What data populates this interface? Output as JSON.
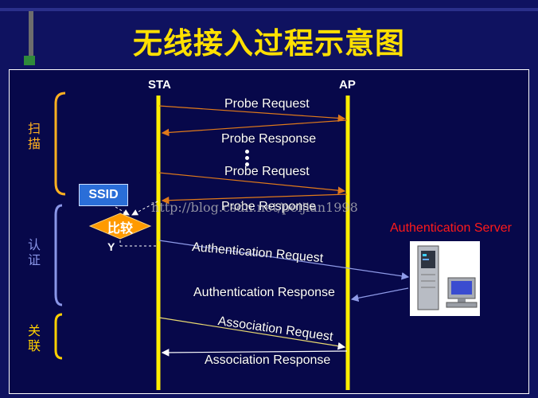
{
  "title": "无线接入过程示意图",
  "entities": {
    "sta": "STA",
    "ap": "AP"
  },
  "phases": {
    "scan": "扫描",
    "auth": "认证",
    "assoc": "关联"
  },
  "messages": {
    "probe_request_1": "Probe Request",
    "probe_response_1": "Probe Response",
    "probe_request_2": "Probe Request",
    "probe_response_2": "Probe Response",
    "auth_request": "Authentication Request",
    "auth_response": "Authentication Response",
    "assoc_request": "Association Request",
    "assoc_response": "Association Response"
  },
  "ssid_label": "SSID",
  "compare_label": "比较",
  "yes_label": "Y",
  "auth_server_label": "Authentication Server",
  "watermark": "http://blog.csdn.net/peijian1998",
  "colors": {
    "background": "#0f1260",
    "title": "#ffe000",
    "lifeline": "#ffee00",
    "arrow": "#e07a1a",
    "phase_scan": "#ffb020",
    "phase_auth": "#8a96e8",
    "phase_assoc": "#ffd000",
    "server_label": "#ff1a1a"
  }
}
